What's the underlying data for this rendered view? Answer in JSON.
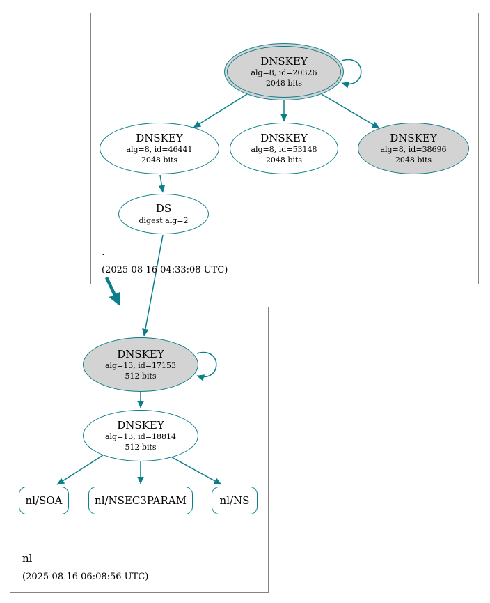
{
  "colors": {
    "edge": "#0a7e8a",
    "node_border": "#0a7e8a",
    "ksk_fill": "#d3d3d3",
    "zone_box_border": "#848484"
  },
  "zones": [
    {
      "label": ".",
      "timestamp": "(2025-08-16 04:33:08 UTC)",
      "nodes": {
        "ksk": {
          "title": "DNSKEY",
          "detail1": "alg=8, id=20326",
          "detail2": "2048 bits"
        },
        "zsk46441": {
          "title": "DNSKEY",
          "detail1": "alg=8, id=46441",
          "detail2": "2048 bits"
        },
        "zsk53148": {
          "title": "DNSKEY",
          "detail1": "alg=8, id=53148",
          "detail2": "2048 bits"
        },
        "ksk38696": {
          "title": "DNSKEY",
          "detail1": "alg=8, id=38696",
          "detail2": "2048 bits"
        },
        "ds": {
          "title": "DS",
          "detail1": "digest alg=2"
        }
      }
    },
    {
      "label": "nl",
      "timestamp": "(2025-08-16 06:08:56 UTC)",
      "nodes": {
        "ksk17153": {
          "title": "DNSKEY",
          "detail1": "alg=13, id=17153",
          "detail2": "512 bits"
        },
        "zsk18814": {
          "title": "DNSKEY",
          "detail1": "alg=13, id=18814",
          "detail2": "512 bits"
        },
        "soa": {
          "label": "nl/SOA"
        },
        "nsec3param": {
          "label": "nl/NSEC3PARAM"
        },
        "ns": {
          "label": "nl/NS"
        }
      }
    }
  ]
}
